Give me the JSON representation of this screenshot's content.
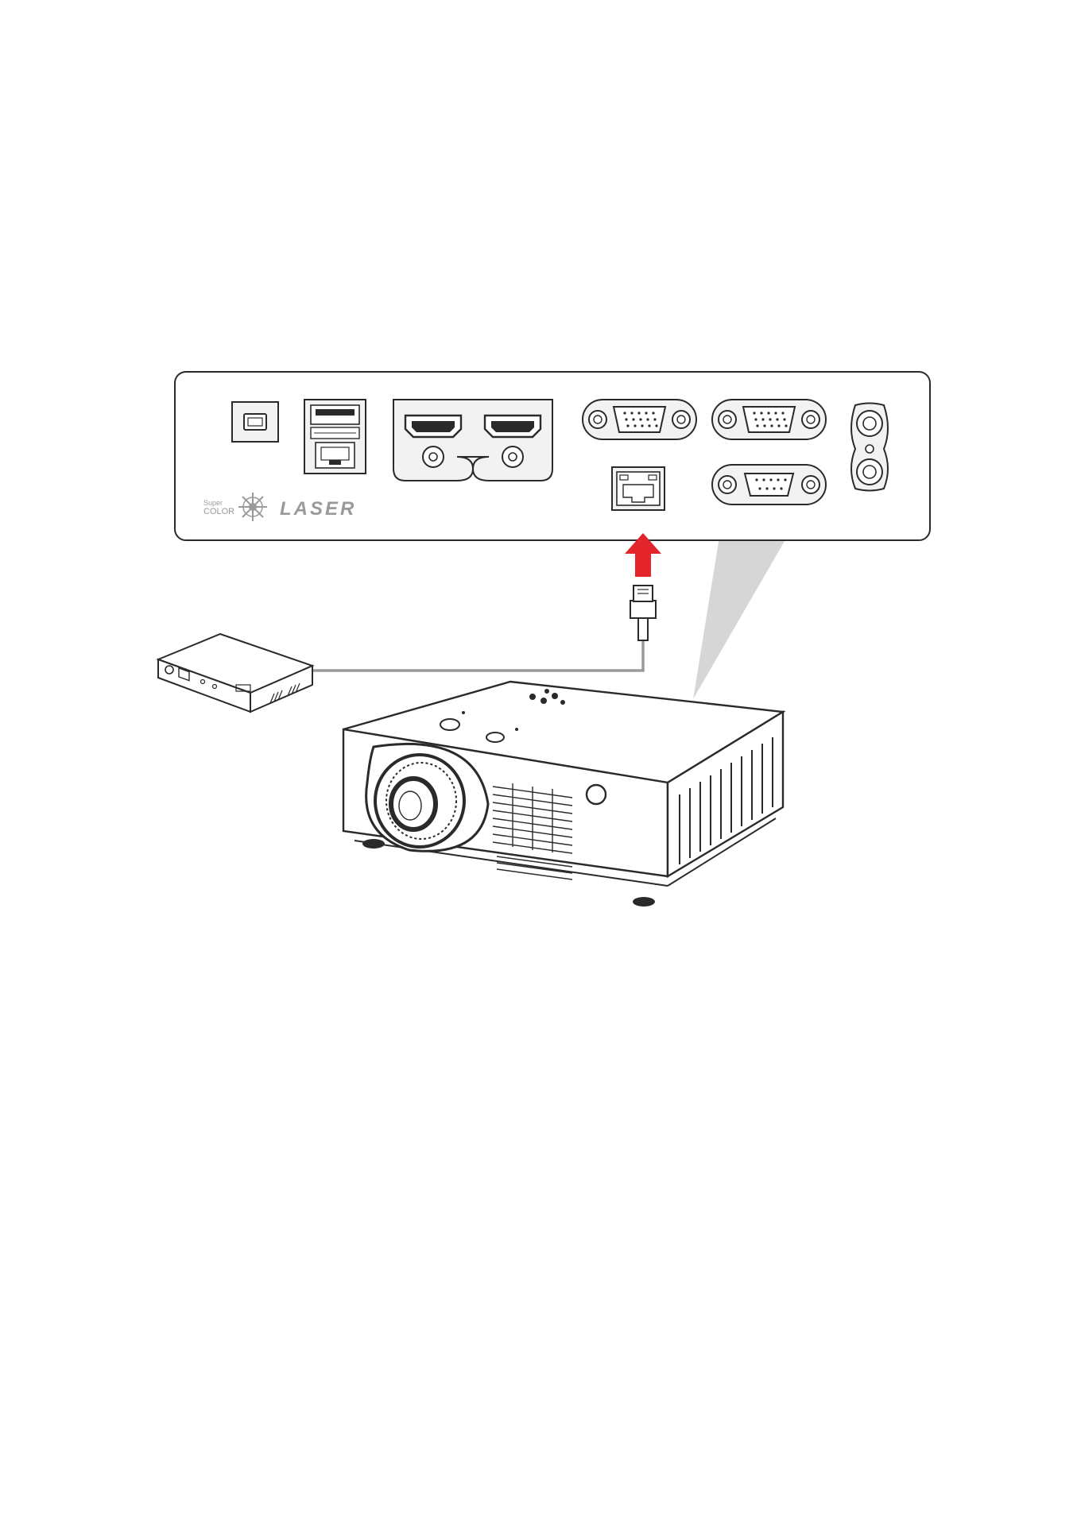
{
  "figure": {
    "logo": {
      "brand_super": "Super",
      "brand_color": "COLOR",
      "brand_laser": "LASER"
    },
    "colors": {
      "outline": "#2a2a2a",
      "panel_fill": "#ffffff",
      "port_fill": "#f2f2f2",
      "callout_wedge": "#d6d6d6",
      "cable": "#9a9a9a",
      "arrow": "#e3242b",
      "logo_gray": "#9a9a9a"
    },
    "components": {
      "rear_panel": "connector-panel",
      "ports": [
        "usb-b-port",
        "usb-a-lan-stack",
        "hdmi-1-port",
        "hdmi-2-port",
        "vga-in-port",
        "vga-out-port",
        "rs232-port",
        "rj45-lan-port",
        "audio-jacks"
      ],
      "network_device": "router",
      "projector": "laser-projector"
    }
  }
}
